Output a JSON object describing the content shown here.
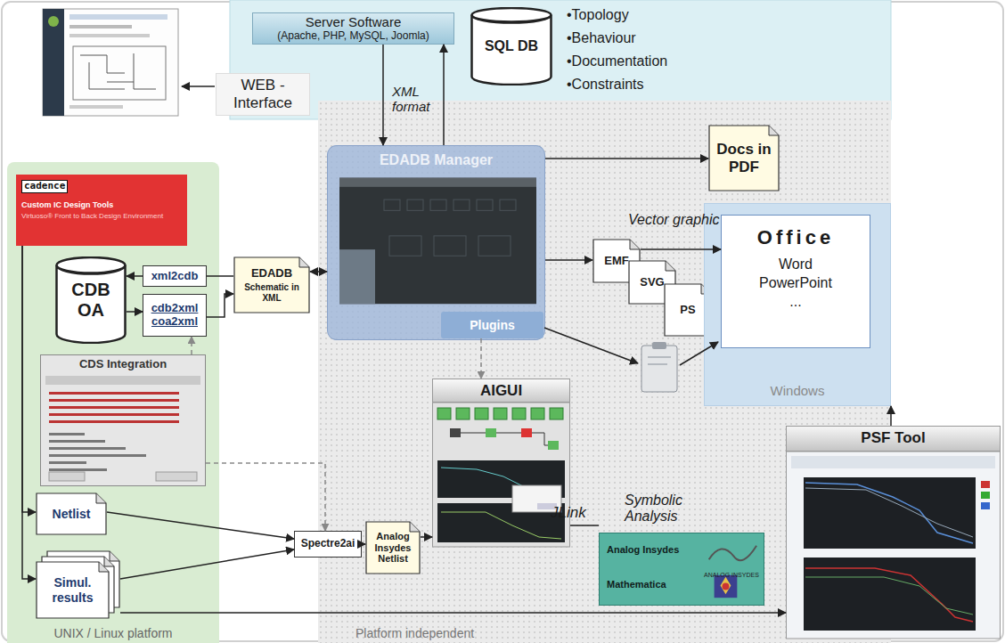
{
  "diagram": {
    "nodes": [
      {
        "text": [
          "Server Software",
          "(Apache, PHP, MySQL, Joomla)"
        ]
      },
      {
        "text": [
          "SQL DB"
        ]
      },
      {
        "text": [
          "WEB - Interface"
        ]
      },
      {
        "text": [
          "UNIX / Linux platform"
        ]
      },
      {
        "text": [
          "cadence",
          "Custom IC Design Tools",
          "Virtuoso® Front to Back Design Environment"
        ],
        "in": 3
      },
      {
        "text": [
          "CDB OA"
        ],
        "in": 3
      },
      {
        "text": [
          "xml2cdb"
        ],
        "in": 3
      },
      {
        "text": [
          "cdb2xml coa2xml"
        ],
        "in": 3
      },
      {
        "text": [
          "CDS Integration"
        ],
        "in": 3
      },
      {
        "text": [
          "Netlist"
        ],
        "in": 3
      },
      {
        "text": [
          "Simul. results"
        ],
        "in": 3
      },
      {
        "text": [
          "EDADB",
          "Schematic in XML"
        ]
      },
      {
        "text": [
          "Platform independent"
        ]
      },
      {
        "text": [
          "EDADB Manager"
        ],
        "in": 12
      },
      {
        "text": [
          "Plugins"
        ],
        "in": 13
      },
      {
        "text": [
          "Docs in PDF"
        ],
        "in": 12
      },
      {
        "text": [
          "EMF"
        ],
        "in": 12
      },
      {
        "text": [
          "SVG"
        ],
        "in": 12
      },
      {
        "text": [
          "PS"
        ],
        "in": 12
      },
      {
        "text": [
          "Windows"
        ]
      },
      {
        "text": [
          "Office",
          "Word PowerPoint ..."
        ],
        "in": 19
      },
      {
        "text": [
          "Spectre2ai"
        ]
      },
      {
        "text": [
          "Analog Insydes Netlist"
        ],
        "in": 12
      },
      {
        "text": [
          "AIGUI"
        ],
        "in": 12
      },
      {
        "text": [
          "Symbolic Analysis",
          "Analog Insydes",
          "Mathematica"
        ],
        "in": 12
      },
      {
        "text": [
          "PSF Tool"
        ]
      }
    ],
    "edges": [
      {
        "from": 0,
        "to": 13,
        "arrow": "to",
        "label": "XML format"
      },
      {
        "from": 13,
        "to": 0,
        "arrow": "to"
      },
      {
        "from": 13,
        "to": 15,
        "arrow": "to"
      },
      {
        "from": 13,
        "to": 16,
        "arrow": "to"
      },
      {
        "from": 16,
        "to": 20,
        "arrow": "to"
      },
      {
        "from": 14,
        "to": 23,
        "arrow": "to"
      },
      {
        "from": 11,
        "to": 13,
        "arrow": "both"
      },
      {
        "from": 11,
        "to": 6,
        "arrow": "none"
      },
      {
        "from": 6,
        "to": 5,
        "arrow": "to"
      },
      {
        "from": 5,
        "to": 7,
        "arrow": "to"
      },
      {
        "from": 7,
        "to": 11,
        "arrow": "to"
      },
      {
        "from": 4,
        "to": 9,
        "arrow": "to"
      },
      {
        "from": 4,
        "to": 10,
        "arrow": "to"
      },
      {
        "from": 9,
        "to": 21,
        "arrow": "to"
      },
      {
        "from": 10,
        "to": 21,
        "arrow": "to"
      },
      {
        "from": 21,
        "to": 22,
        "arrow": "to"
      },
      {
        "from": 22,
        "to": 23,
        "arrow": "to"
      },
      {
        "from": 23,
        "to": 24,
        "arrow": "none",
        "label": "JLink"
      },
      {
        "from": 10,
        "to": 25,
        "arrow": "to"
      },
      {
        "from": 25,
        "to": 19,
        "arrow": "to"
      },
      {
        "from": 8,
        "to": 7,
        "arrow": "to"
      },
      {
        "from": 8,
        "to": 21,
        "arrow": "to"
      }
    ],
    "labels": [
      "Vector graphic",
      "•Topology",
      "•Behaviour",
      "•Documentation",
      "•Constraints",
      "ANALOG INSYDES"
    ]
  }
}
